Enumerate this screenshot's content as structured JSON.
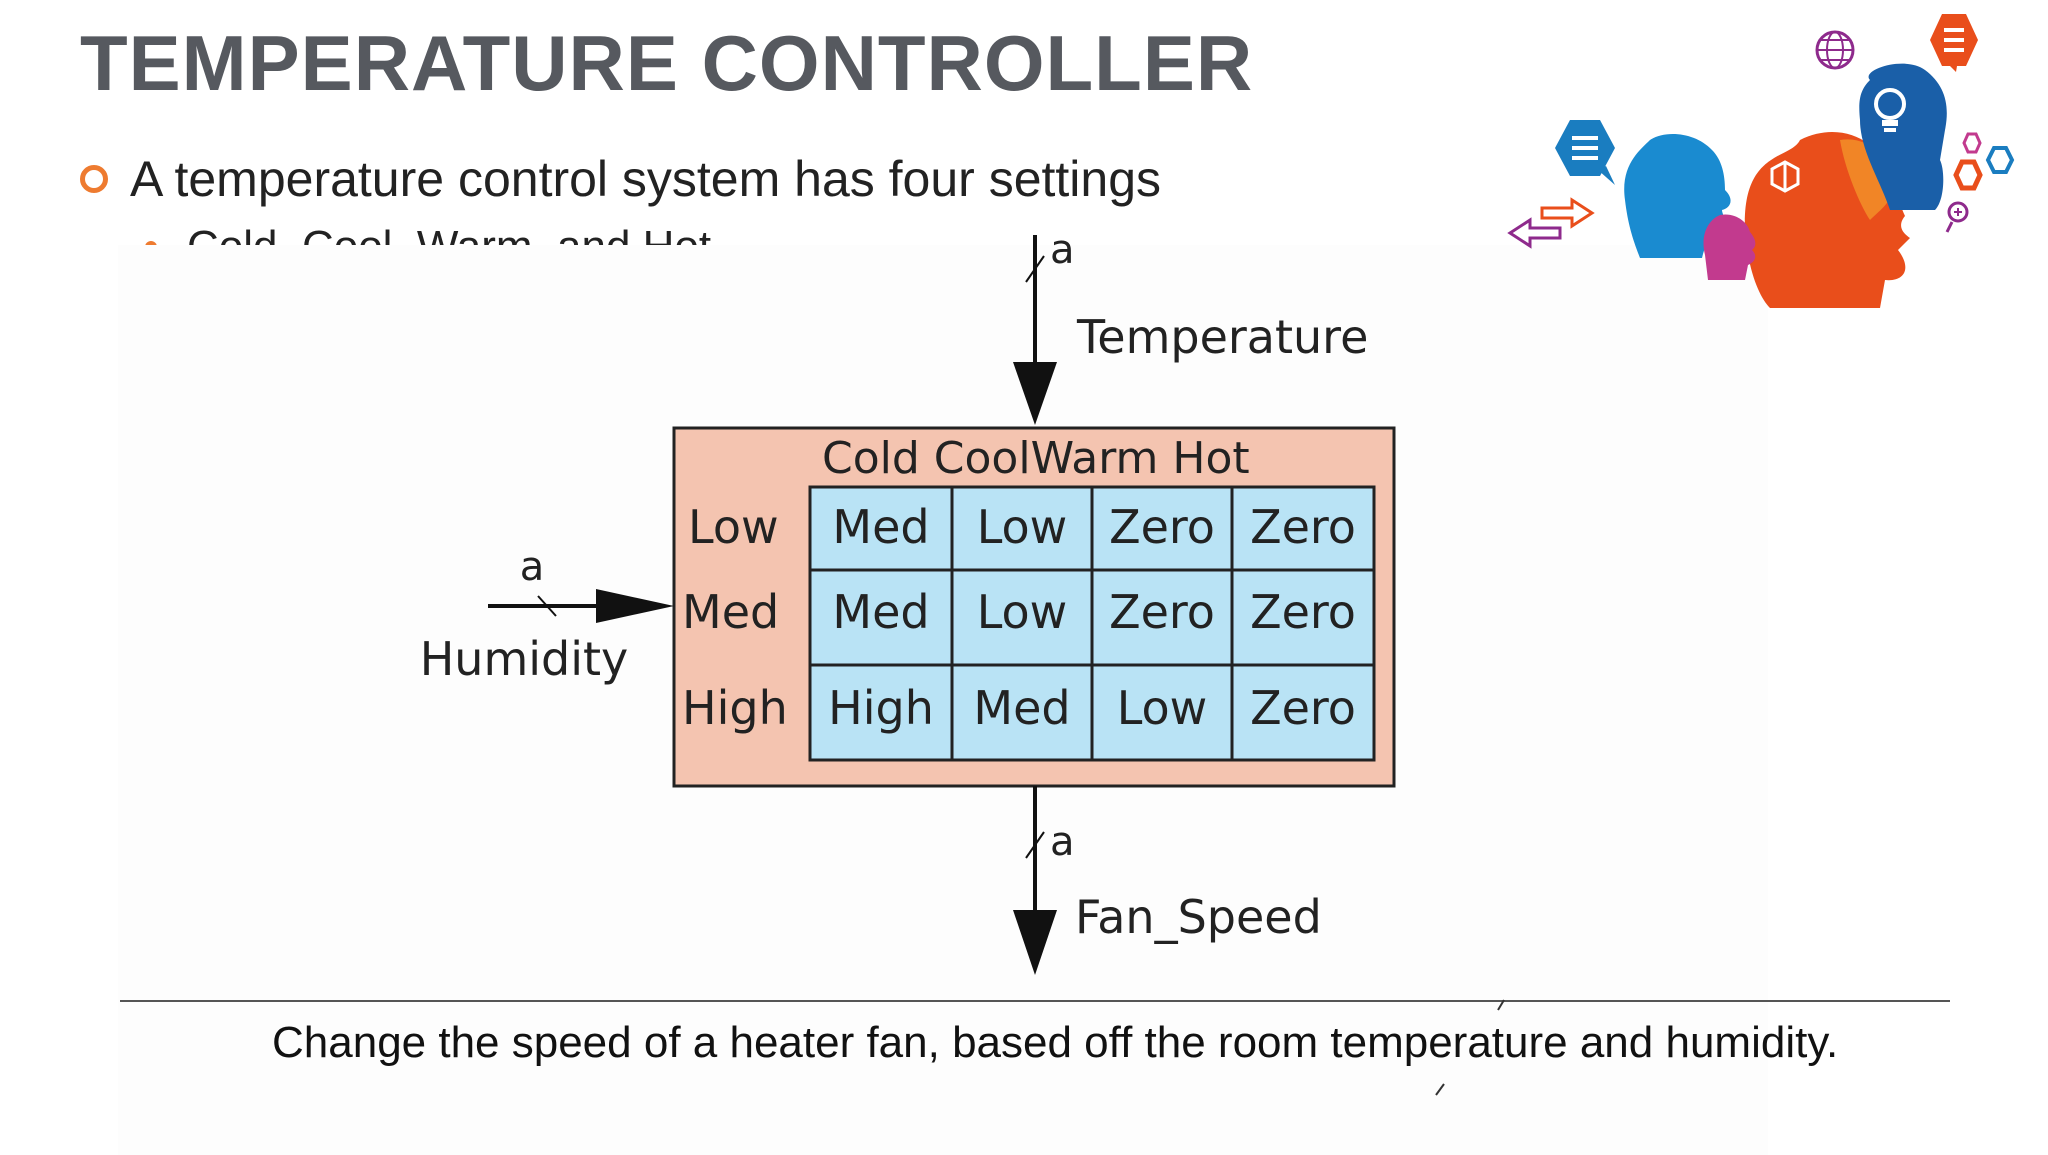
{
  "slide": {
    "title": "TEMPERATURE CONTROLLER",
    "bullet_main": "A temperature control system has four settings",
    "bullet_sub": "Cold, Cool, Warm, and Hot",
    "caption": "Change the speed of a heater fan, based off the room temperature and humidity."
  },
  "diagram": {
    "input_top": {
      "label": "Temperature",
      "width_label": "a"
    },
    "input_left": {
      "label": "Humidity",
      "width_label": "a"
    },
    "output_bottom": {
      "label": "Fan_Speed",
      "width_label": "a"
    },
    "columns": [
      "Cold",
      "Cool",
      "Warm",
      "Hot"
    ],
    "column_header_text": "Cold CoolWarm Hot",
    "rows": [
      {
        "label": "Low",
        "cells": [
          "Med",
          "Low",
          "Zero",
          "Zero"
        ]
      },
      {
        "label": "Med",
        "cells": [
          "Med",
          "Low",
          "Zero",
          "Zero"
        ]
      },
      {
        "label": "High",
        "cells": [
          "High",
          "Med",
          "Low",
          "Zero"
        ]
      }
    ],
    "colors": {
      "box": "#f4c4b0",
      "cells": "#b9e3f5",
      "stroke": "#222222"
    }
  },
  "decoration": {
    "icons": [
      "globe-icon",
      "list-icon",
      "chat-list-icon",
      "lightbulb-icon",
      "cube-icon",
      "arrows-icon",
      "hexagon-icon",
      "plus-icon",
      "human-heads-illustration"
    ],
    "colors": [
      "#e94e1b",
      "#1a7dc0",
      "#8e2a8c",
      "#c23a8e",
      "#f28c28"
    ]
  }
}
